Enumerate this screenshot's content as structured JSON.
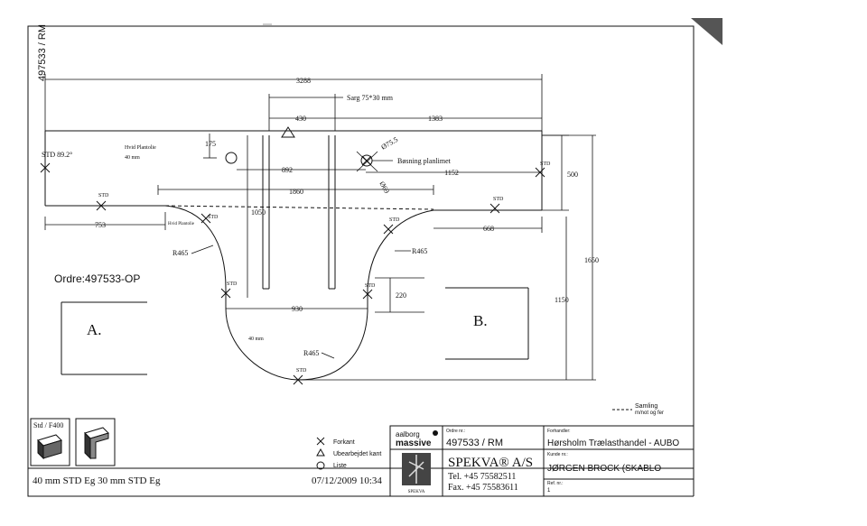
{
  "drawing": {
    "side_label": "497533 / RM",
    "width_total": "3288",
    "sarg_label": "Sarg 75*30 mm",
    "dim_430": "430",
    "dim_1383": "1383",
    "material_name": "Hvid Plantolie",
    "material_thickness": "40 mm",
    "dim_175": "175",
    "dim_892": "892",
    "dim_1152": "1152",
    "hole_diameter": "Ø75.5",
    "hole_offset": "Ø69",
    "bosning_label": "Bøsning planlimet",
    "std_angle": "STD 89.2°",
    "std": "STD",
    "dim_1860": "1860",
    "dim_500": "500",
    "dim_1650": "1650",
    "dim_1150": "1150",
    "dim_1050": "1050",
    "dim_753": "753",
    "material_name_2": "Hvid Plantolie",
    "dim_668": "668",
    "radius_465": "R465",
    "order_label": "Ordre:497533-OP",
    "dim_220": "220",
    "dim_930": "930",
    "area_a": "A.",
    "area_b": "B.",
    "thickness_inner": "40 mm",
    "samling_label": "Samling",
    "samling_sub": "m/not og fer"
  },
  "legend": {
    "items": [
      {
        "symbol": "cross",
        "label": "Forkant"
      },
      {
        "symbol": "triangle",
        "label": "Ubearbejdet kant"
      },
      {
        "symbol": "circle",
        "label": "Liste"
      }
    ]
  },
  "footer": {
    "std_box": "Std / F400",
    "edge_text": "40 mm STD Eg  30 mm STD Eg",
    "datetime": "07/12/2009  10:34"
  },
  "title_block": {
    "brand_top": "aalborg",
    "brand_bottom": "massive",
    "logo_caption": "SPEKVA",
    "order_caption": "Ordre nr.:",
    "order_value": "497533 / RM",
    "dealer_caption": "Forhandler:",
    "dealer_value": "Hørsholm Trælasthandel - AUBO",
    "company": "SPEKVA® A/S",
    "tel": "Tel.  +45 75582511",
    "fax": "Fax.  +45 75583611",
    "customer_caption": "Kunde nr.:",
    "customer_value": "JØRGEN BROCK (SKABLO",
    "ref_caption": "Ref. nr.:",
    "ref_value": "1"
  }
}
